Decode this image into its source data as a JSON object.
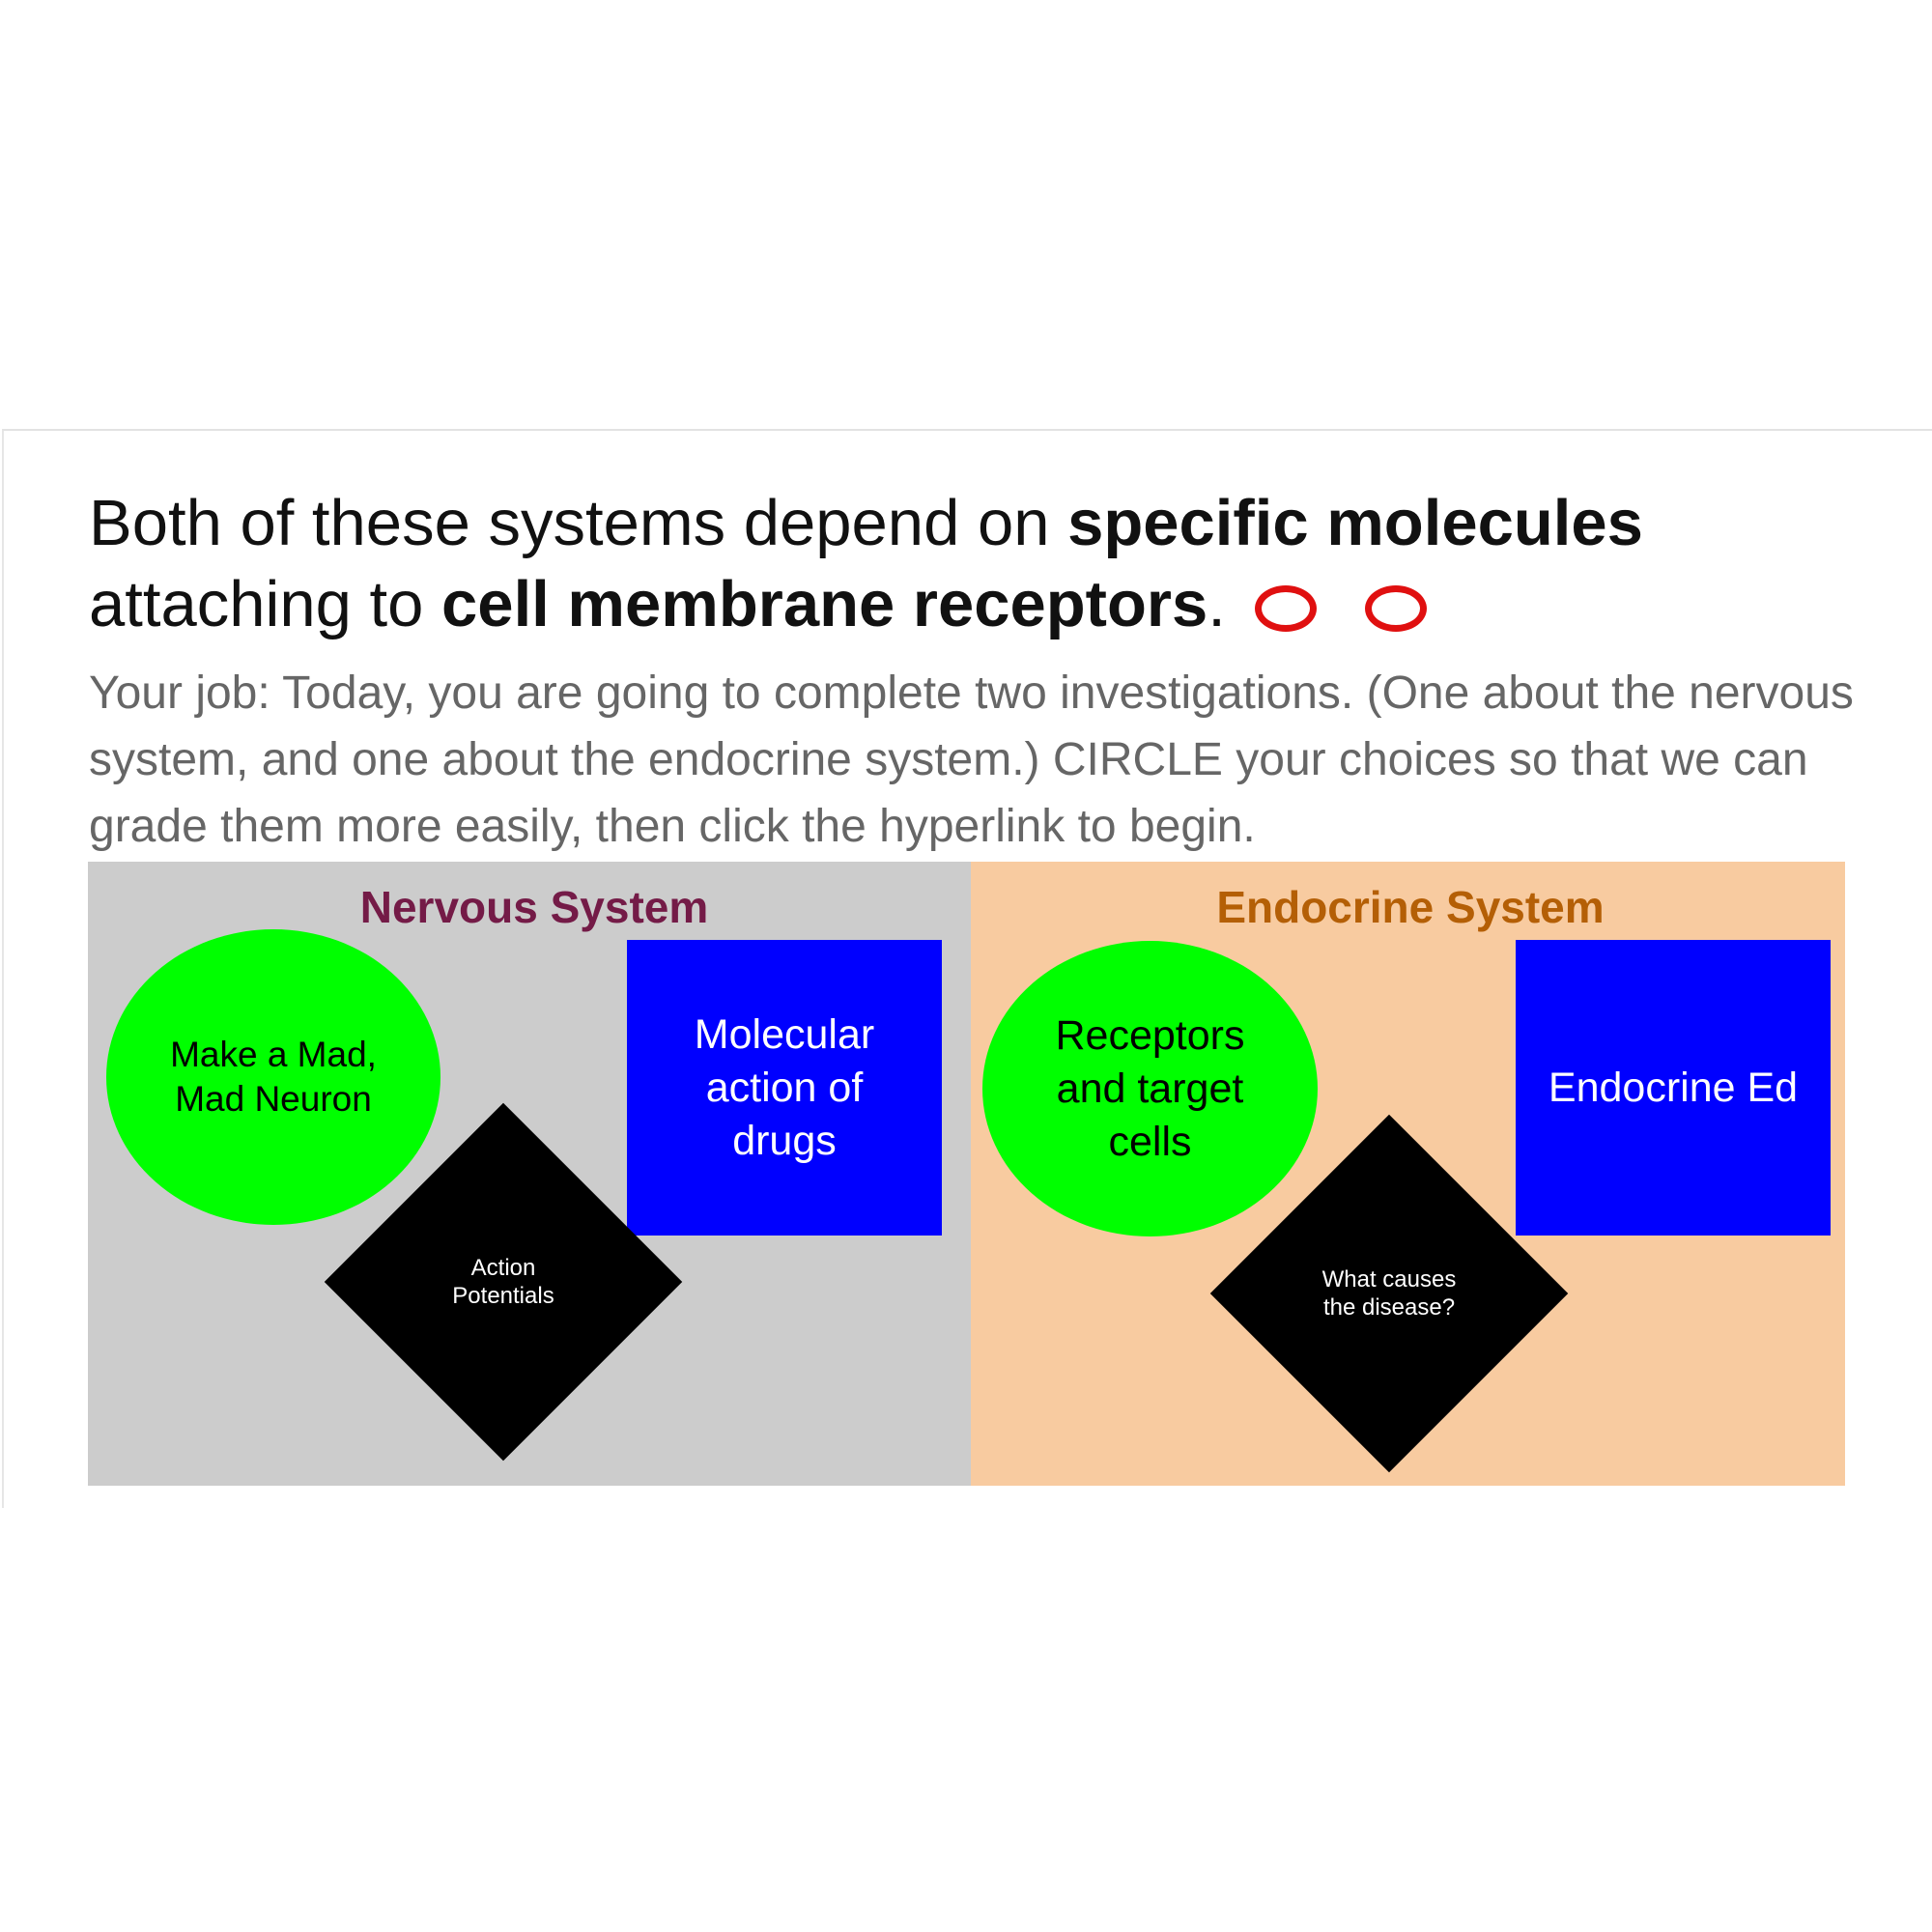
{
  "title": {
    "part1": "Both of these systems depend on ",
    "bold1": "specific molecules",
    "part2": " attaching to ",
    "bold2": "cell membrane receptors",
    "part3": "."
  },
  "instructions": "Your job: Today, you are going to complete two investigations. (One about the nervous system, and one about the endocrine system.) CIRCLE your choices so that we can grade them more easily, then click the hyperlink to begin.",
  "colors": {
    "nervous_panel": "#cccccc",
    "endocrine_panel": "#f8cba0",
    "nervous_title": "#741b47",
    "endocrine_title": "#b45f06",
    "circle": "#00ff00",
    "square": "#0000ff",
    "diamond": "#000000",
    "ring": "#e01010"
  },
  "nervous": {
    "title": "Nervous System",
    "circle_label": "Make a Mad, Mad Neuron",
    "square_label": "Molecular action of drugs",
    "diamond_label": "Action Potentials"
  },
  "endocrine": {
    "title": "Endocrine System",
    "circle_label": "Receptors and target cells",
    "square_label": "Endocrine Ed",
    "diamond_label": "What causes the disease?"
  }
}
